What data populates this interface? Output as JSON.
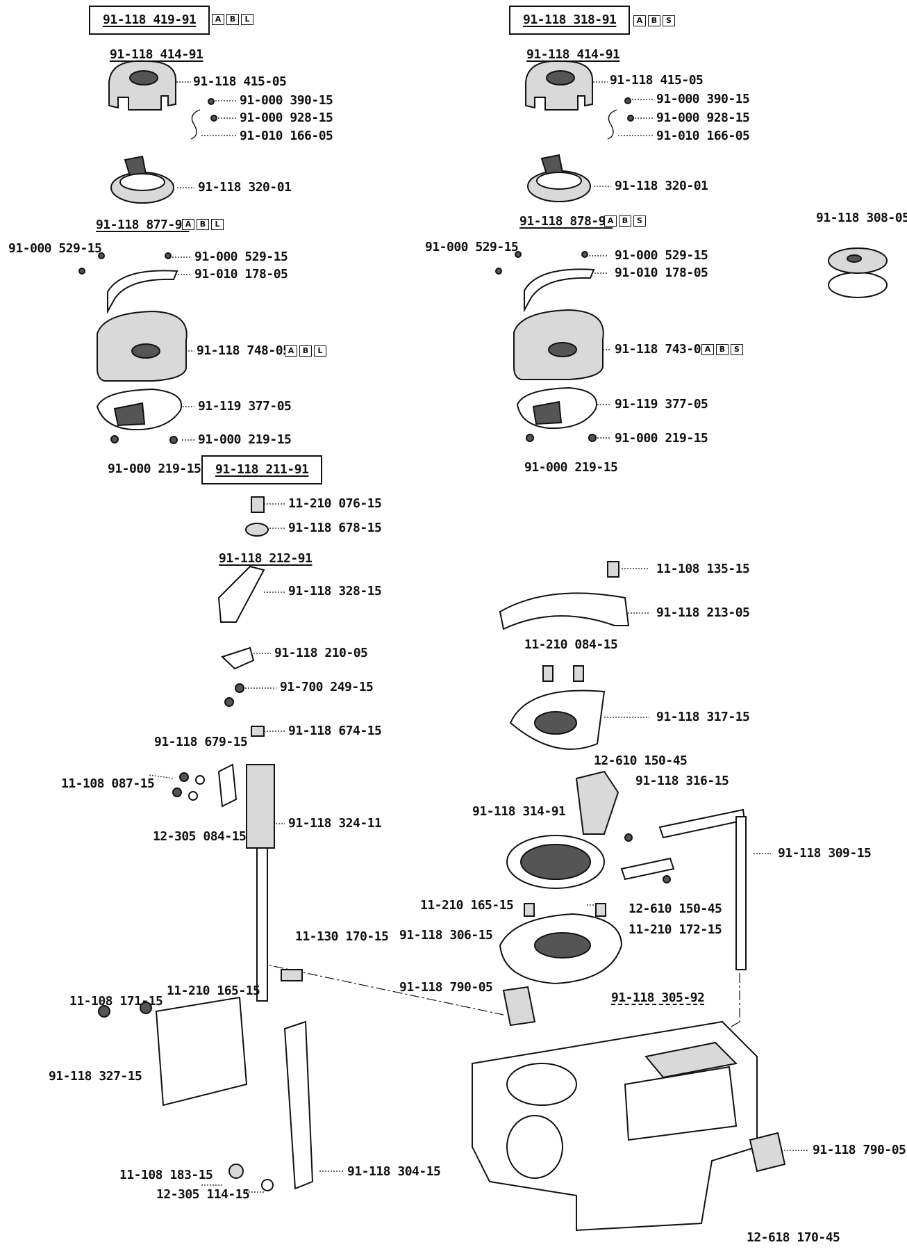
{
  "groups": {
    "left_assembly": "91-118 419-91",
    "left_assembly_badges": [
      "A",
      "B",
      "L"
    ],
    "right_assembly": "91-118 318-91",
    "right_assembly_badges": [
      "A",
      "B",
      "S"
    ],
    "left_bobbin_case": "91-118 414-91",
    "right_bobbin_case": "91-118 414-91",
    "left_hook": "91-118 877-91",
    "left_hook_badges": [
      "A",
      "B",
      "L"
    ],
    "right_hook": "91-118 878-91",
    "right_hook_badges": [
      "A",
      "B",
      "S"
    ],
    "opener_assembly": "91-118 211-91",
    "opener_sub": "91-118 212-91",
    "hook_base": "91-118 305-92"
  },
  "parts": {
    "l_415": "91-118 415-05",
    "l_390": "91-000 390-15",
    "l_928": "91-000 928-15",
    "l_166": "91-010 166-05",
    "l_320": "91-118 320-01",
    "l_529a": "91-000 529-15",
    "l_529b": "91-000 529-15",
    "l_178": "91-010 178-05",
    "l_748": "91-118 748-05",
    "l_748_badges": [
      "A",
      "B",
      "L"
    ],
    "l_377": "91-119 377-05",
    "l_219a": "91-000 219-15",
    "l_219b": "91-000 219-15",
    "r_415": "91-118 415-05",
    "r_390": "91-000 390-15",
    "r_928": "91-000 928-15",
    "r_166": "91-010 166-05",
    "r_320": "91-118 320-01",
    "r_529a": "91-000 529-15",
    "r_529b": "91-000 529-15",
    "r_178": "91-010 178-05",
    "r_743": "91-118 743-05",
    "r_743_badges": [
      "A",
      "B",
      "S"
    ],
    "r_377": "91-119 377-05",
    "r_219a": "91-000 219-15",
    "r_219b": "91-000 219-15",
    "bobbin": "91-118 308-05",
    "s_076": "11-210 076-15",
    "s_678": "91-118 678-15",
    "s_328": "91-118 328-15",
    "s_210": "91-118 210-05",
    "s_249": "91-700 249-15",
    "s_674": "91-118 674-15",
    "s_679": "91-118 679-15",
    "s_087": "11-108 087-15",
    "s_324": "91-118 324-11",
    "s_3084": "12-305 084-15",
    "s_170": "11-130 170-15",
    "s_171": "11-108 171-15",
    "s_165": "11-210 165-15",
    "s_327": "91-118 327-15",
    "s_183": "11-108 183-15",
    "s_114": "12-305 114-15",
    "s_304": "91-118 304-15",
    "b_135": "11-108 135-15",
    "b_213": "91-118 213-05",
    "b_084": "11-210 084-15",
    "b_317": "91-118 317-15",
    "b_150a": "12-610 150-45",
    "b_316": "91-118 316-15",
    "b_314": "91-118 314-91",
    "b_309": "91-118 309-15",
    "b_150b": "12-610 150-45",
    "b_165": "11-210 165-15",
    "b_172": "11-210 172-15",
    "b_306": "91-118 306-15",
    "b_790a": "91-118 790-05",
    "b_790b": "91-118 790-05",
    "b_618": "12-618 170-45"
  }
}
